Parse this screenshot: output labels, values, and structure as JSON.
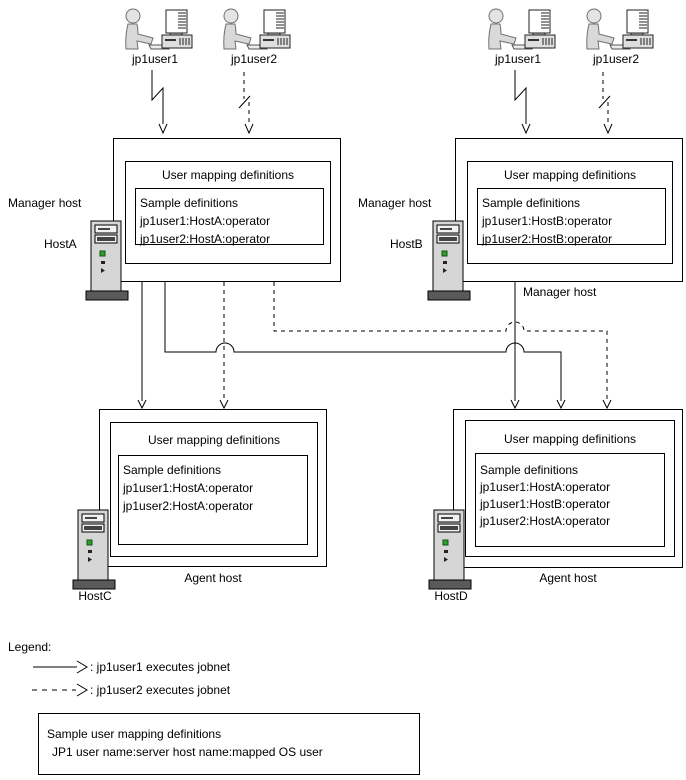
{
  "colors": {
    "line": "#000000",
    "background": "#ffffff",
    "machine_fill": "#d6d6d6",
    "machine_dark": "#5a5a5a",
    "led_green": "#2ca02c"
  },
  "icons": {
    "user": "user-workstation-icon",
    "server": "server-tower-icon"
  },
  "users": [
    {
      "label": "jp1user1"
    },
    {
      "label": "jp1user2"
    },
    {
      "label": "jp1user1"
    },
    {
      "label": "jp1user2"
    }
  ],
  "hosts": {
    "manager_a": {
      "role_label": "Manager host",
      "name": "HostA",
      "title": "User mapping definitions",
      "sample_heading": "Sample definitions",
      "mappings": [
        "jp1user1:HostA:operator",
        "jp1user2:HostA:operator"
      ]
    },
    "manager_b": {
      "role_label": "Manager host",
      "name": "HostB",
      "below_label": "Manager host",
      "title": "User mapping definitions",
      "sample_heading": "Sample definitions",
      "mappings": [
        "jp1user1:HostB:operator",
        "jp1user2:HostB:operator"
      ]
    },
    "agent_c": {
      "role_label": "Agent host",
      "name": "HostC",
      "title": "User mapping definitions",
      "sample_heading": "Sample definitions",
      "mappings": [
        "jp1user1:HostA:operator",
        "jp1user2:HostA:operator"
      ]
    },
    "agent_d": {
      "role_label": "Agent host",
      "name": "HostD",
      "title": "User mapping definitions",
      "sample_heading": "Sample definitions",
      "mappings": [
        "jp1user1:HostA:operator",
        "jp1user1:HostB:operator",
        "jp1user2:HostA:operator"
      ]
    }
  },
  "legend": {
    "title": "Legend:",
    "items": [
      {
        "line_style": "solid",
        "label": ": jp1user1 executes jobnet"
      },
      {
        "line_style": "dashed",
        "label": ": jp1user2 executes jobnet"
      }
    ]
  },
  "note_box": {
    "line1": "Sample user mapping definitions",
    "line2": "JP1 user name:server host name:mapped OS user"
  }
}
